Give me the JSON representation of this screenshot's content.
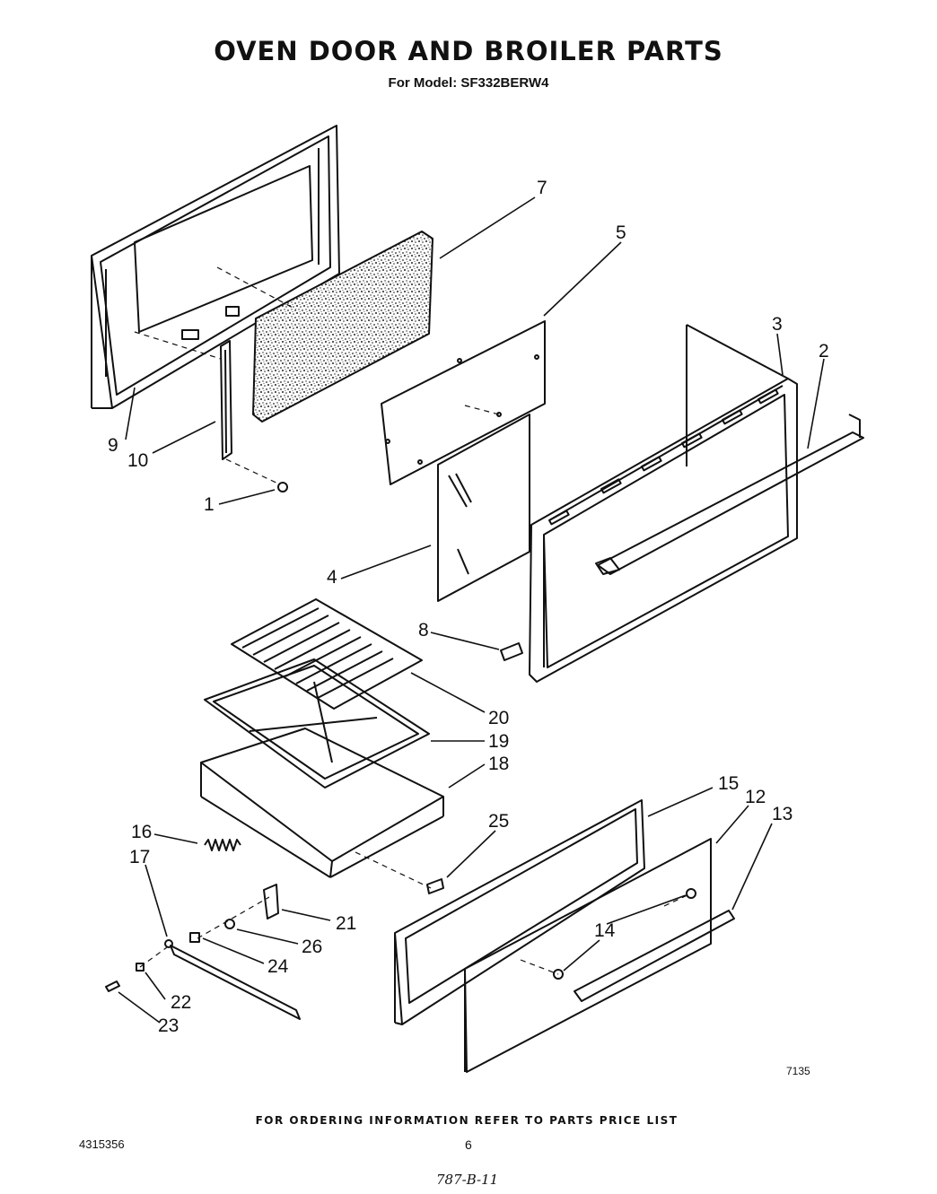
{
  "header": {
    "title": "OVEN DOOR AND BROILER PARTS",
    "subtitle": "For Model: SF332BERW4"
  },
  "callouts": [
    "1",
    "2",
    "3",
    "4",
    "5",
    "7",
    "8",
    "9",
    "10",
    "12",
    "13",
    "14",
    "15",
    "16",
    "17",
    "18",
    "19",
    "20",
    "21",
    "22",
    "23",
    "24",
    "25",
    "26"
  ],
  "figure_number": "7135",
  "footer": {
    "ordering_note": "FOR ORDERING INFORMATION REFER TO PARTS PRICE LIST",
    "part_number": "4315356",
    "page_number": "6",
    "handwritten_note": "787-B-11"
  }
}
